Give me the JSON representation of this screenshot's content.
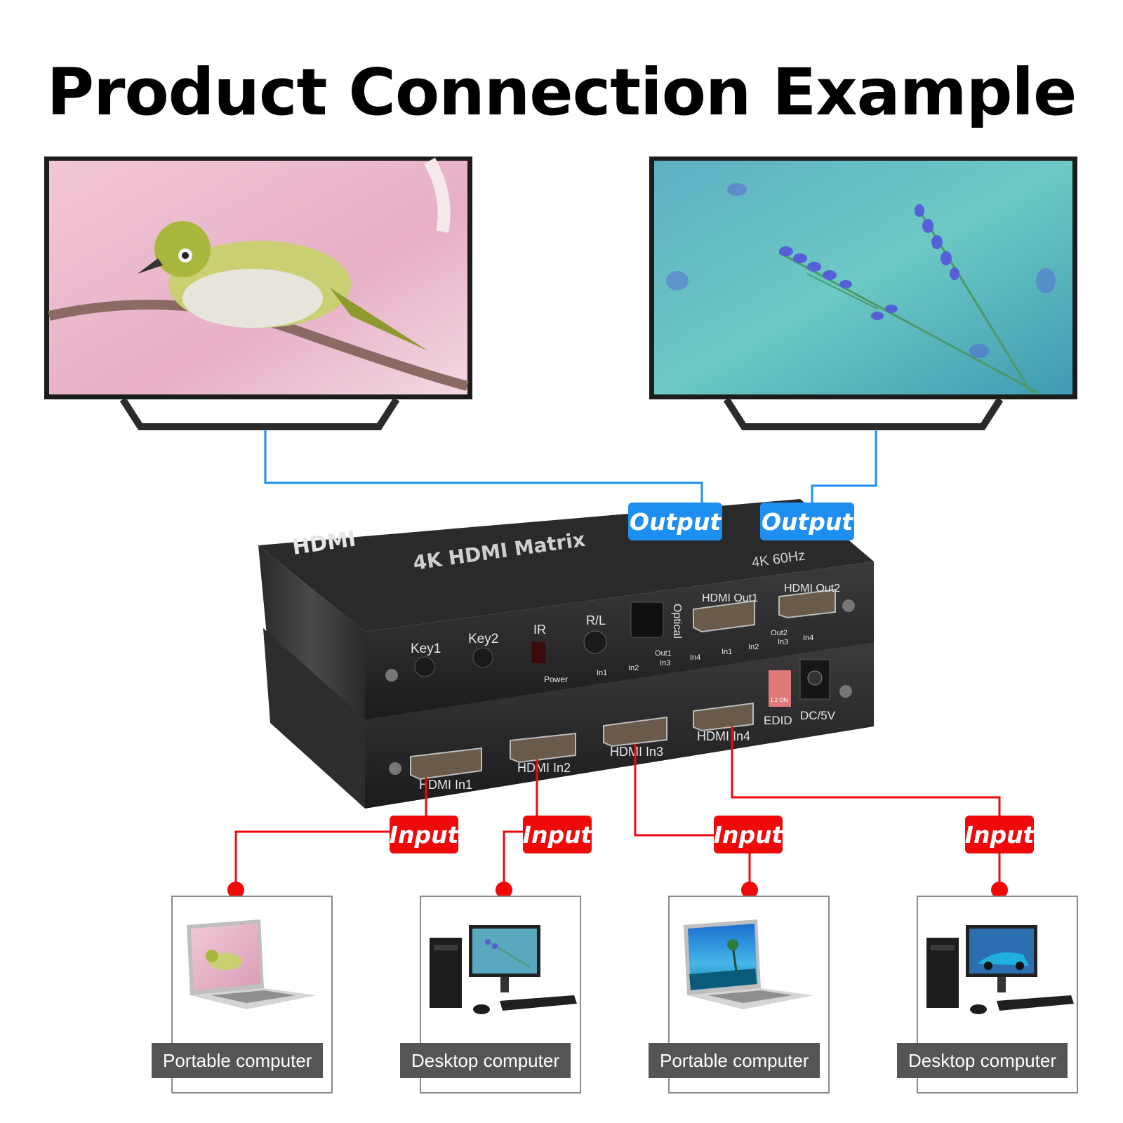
{
  "title": "Product Connection Example",
  "device": {
    "brand_logo": "HDMI",
    "model": "4K HDMI Matrix",
    "spec": "4K 60Hz",
    "front_labels": {
      "key1": "Key1",
      "key2": "Key2",
      "ir": "IR",
      "rl": "R/L",
      "optical": "Optical",
      "out1": "HDMI Out1",
      "out2": "HDMI Out2",
      "power": "Power",
      "led_out1": [
        "In1",
        "In2",
        "Out1",
        "In3",
        "In4"
      ],
      "led_out2": [
        "In1",
        "In2",
        "Out2",
        "In3",
        "In4"
      ]
    },
    "rear_labels": {
      "in1": "HDMI In1",
      "in2": "HDMI In2",
      "in3": "HDMI In3",
      "in4": "HDMI In4",
      "edid": "EDID",
      "dc": "DC/5V",
      "dip": "1 2 ON"
    }
  },
  "output_labels": [
    "Output",
    "Output"
  ],
  "input_labels": [
    "Input",
    "Input",
    "Input",
    "Input"
  ],
  "sources": [
    "Portable computer",
    "Desktop computer",
    "Portable computer",
    "Desktop computer"
  ],
  "colors": {
    "output": "#1e8ff0",
    "input": "#ee0a0a",
    "label_bg": "#555555"
  }
}
